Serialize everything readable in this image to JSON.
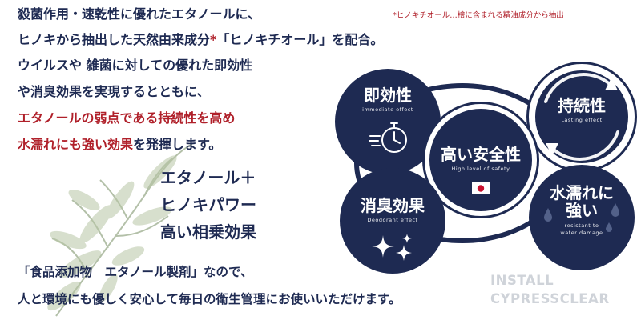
{
  "footnote": "*ヒノキチオール…檜に含まれる精油成分から抽出",
  "lead": {
    "line1": "殺菌作用・速乾性に優れたエタノールに、",
    "line2a": "ヒノキから抽出した天然由来成分",
    "line2mark": "*",
    "line2b": "「ヒノキチオール」を配合。",
    "line3": "ウイルスや 雑菌に対しての優れた即効性",
    "line4": "や消臭効果を実現するとともに、",
    "line5": "エタノールの弱点である持続性を高め",
    "line6a": "水濡れにも強い効果",
    "line6b": "を発揮します。"
  },
  "slogan": {
    "line1": "エタノール＋",
    "line2": "ヒノキパワー",
    "line3": "高い相乗効果"
  },
  "closing": {
    "line1": "「食品添加物　エタノール製剤」なので、",
    "line2": "人と環境にも優しく安心して毎日の衛生管理にお使いいただけます。"
  },
  "brand": {
    "line1": "INSTALL",
    "line2": "CYPRESSCLEAR"
  },
  "features": {
    "immediate": {
      "title": "即効性",
      "sub": "immediate effect",
      "icon": "stopwatch-icon"
    },
    "lasting": {
      "title": "持続性",
      "sub": "Lasting effect",
      "icon": "circular-arrows-icon"
    },
    "safety": {
      "title": "高い安全性",
      "sub": "High level of safety",
      "icon": "japan-flag-icon"
    },
    "deodorant": {
      "title": "消臭効果",
      "sub": "Deodorant effect",
      "icon": "sparkle-icon"
    },
    "water": {
      "title1": "水濡れに",
      "title2": "強い",
      "sub1": "resistant to",
      "sub2": "water damage",
      "icon": "water-drops-icon"
    }
  },
  "colors": {
    "navy": "#1e2a52",
    "accent_red": "#b0202a",
    "brand_gray": "#cfd3d9"
  }
}
